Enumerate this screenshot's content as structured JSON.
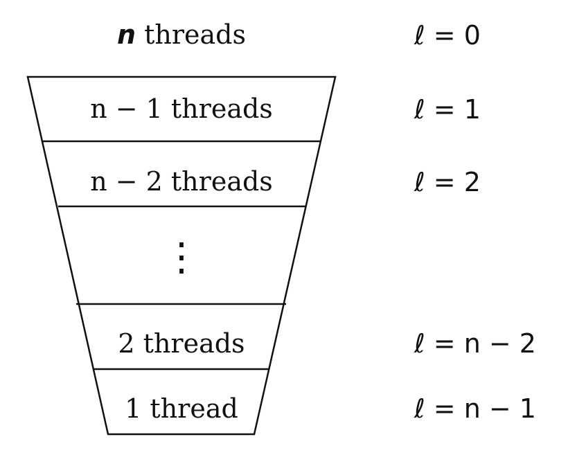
{
  "top_label": {
    "var": "n",
    "text": " threads"
  },
  "levels": [
    {
      "level_label": "ℓ = 0"
    },
    {
      "thread_label": "n − 1 threads",
      "level_label": "ℓ = 1"
    },
    {
      "thread_label": "n − 2 threads",
      "level_label": "ℓ = 2"
    },
    {
      "thread_label": "⋮",
      "level_label": ""
    },
    {
      "thread_label": "2 threads",
      "level_label": "ℓ = n − 2"
    },
    {
      "thread_label": "1 thread",
      "level_label": "ℓ = n − 1"
    }
  ],
  "colors": {
    "stroke": "#111111",
    "text": "#111111"
  }
}
